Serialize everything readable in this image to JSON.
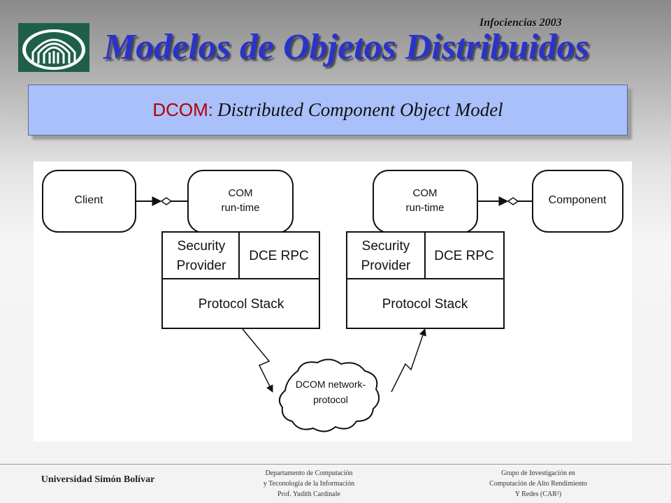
{
  "header": {
    "conference": "Infociencias 2003",
    "title": "Modelos de Objetos Distribuidos",
    "logo_icon": "university-arches-logo"
  },
  "subtitle": {
    "prefix": "DCOM:",
    "rest": "Distributed Component Object Model"
  },
  "diagram": {
    "client": "Client",
    "com_runtime_left": [
      "COM",
      "run-time"
    ],
    "com_runtime_right": [
      "COM",
      "run-time"
    ],
    "component": "Component",
    "security_provider": [
      "Security",
      "Provider"
    ],
    "dce_rpc": "DCE RPC",
    "protocol_stack": "Protocol Stack",
    "network": [
      "DCOM network-",
      "protocol"
    ]
  },
  "footer": {
    "university": "Universidad Simón Bolívar",
    "department": [
      "Departamento de Computación",
      "y Teconología de la Información",
      "Prof. Yudith Cardinale"
    ],
    "group": [
      "Grupo de Investigación en",
      "Computación de Alto Rendimiento",
      "Y Redes (CAR²)"
    ]
  }
}
